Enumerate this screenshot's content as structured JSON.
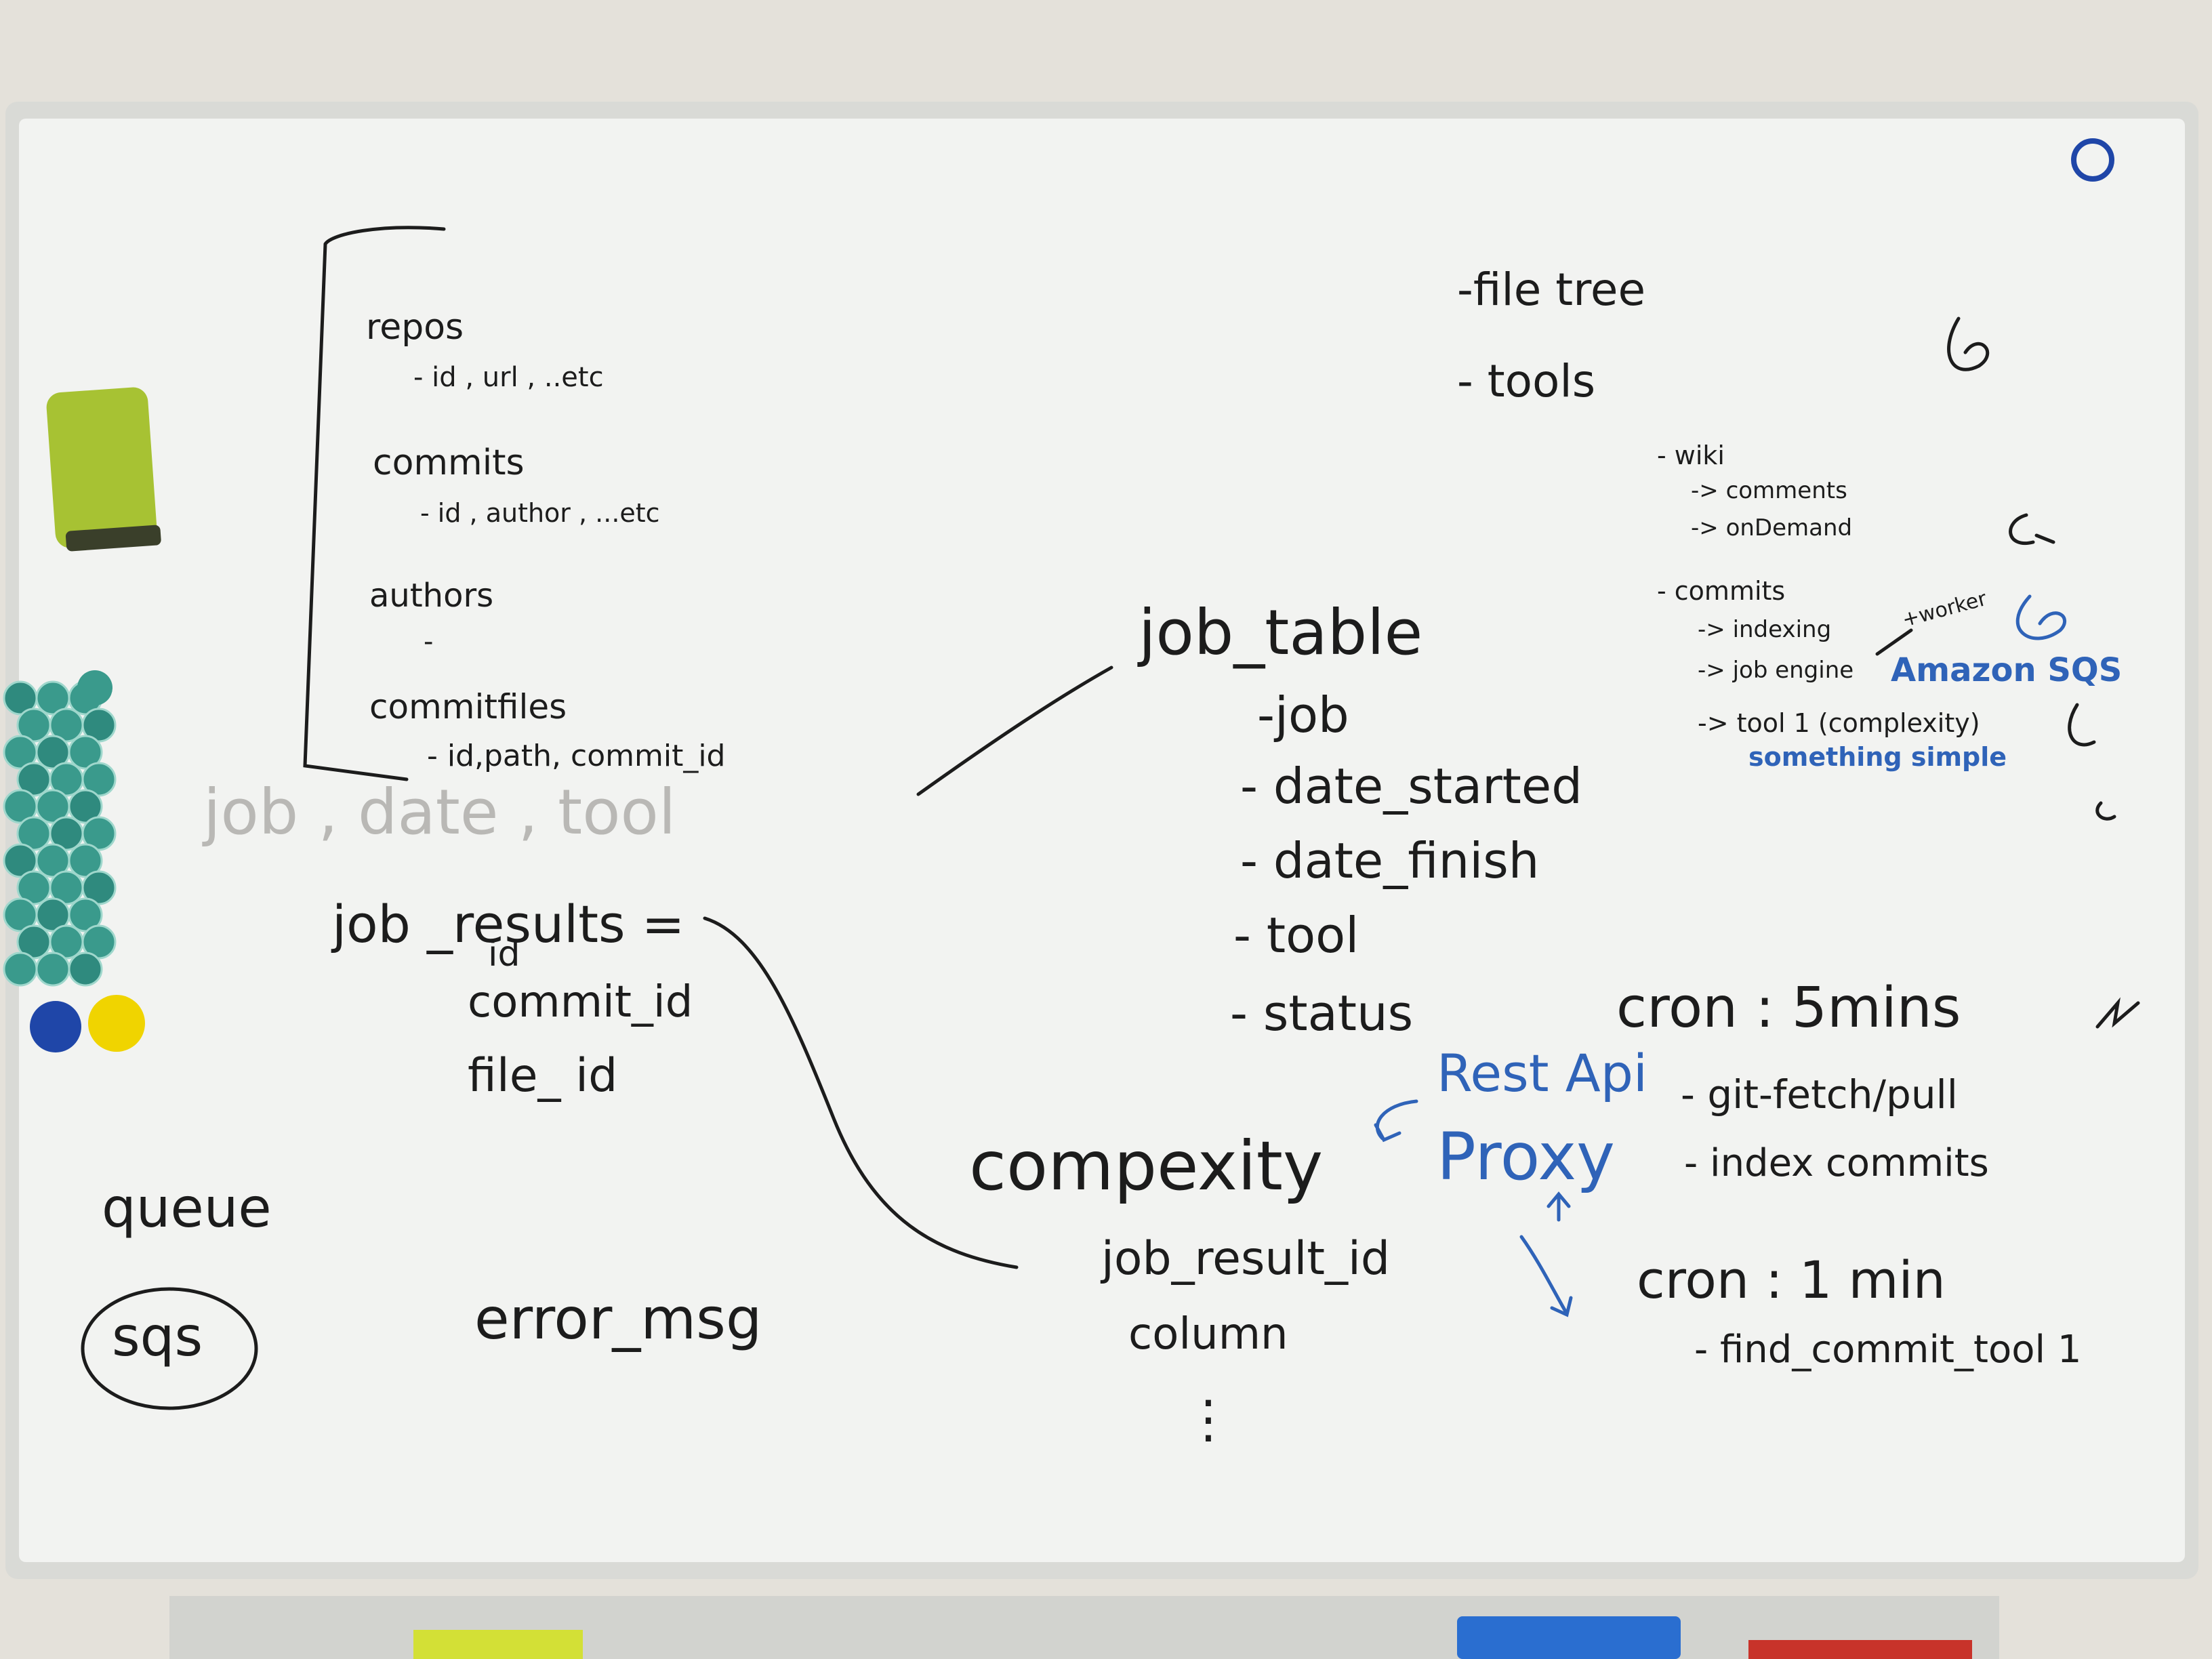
{
  "board": {
    "left_schema": {
      "repos": "repos",
      "repos_fields": "- id , url , ..etc",
      "commits": "commits",
      "commits_fields": "- id , author , ...etc",
      "authors": "authors",
      "authors_fields": "-",
      "commitfiles": "commitfiles",
      "commitfiles_fields": "- id,path, commit_id",
      "erased": "job , date , tool"
    },
    "job_results": {
      "title": "job _results =",
      "fields": [
        "id",
        "commit_id",
        "file_ id"
      ]
    },
    "queue": {
      "label": "queue",
      "circled": "sqs"
    },
    "error_msg": "error_msg",
    "job_table": {
      "title": "job_table",
      "fields": [
        "-job",
        "- date_started",
        "- date_finish",
        "- tool",
        "- status"
      ]
    },
    "complexity": {
      "title": "compexity",
      "fields": [
        "job_result_id",
        "column"
      ],
      "more": "⋮"
    },
    "top_right": {
      "items": [
        "-file tree",
        "- tools"
      ],
      "wiki": "- wiki",
      "wiki_items": [
        "-> comments",
        "-> onDemand"
      ],
      "commits": "- commits",
      "commits_items": [
        "-> indexing",
        "-> job engine",
        "-> tool 1 (complexity)"
      ],
      "worker_note": "+worker",
      "amazon_note": "Amazon SQS",
      "simple_note": "something simple"
    },
    "cron": {
      "rest_api": "Rest Api",
      "proxy": "Proxy",
      "cron_5": "cron : 5mins",
      "cron_5_items": [
        "- git-fetch/pull",
        "- index commits"
      ],
      "cron_1": "cron : 1 min",
      "cron_1_items": [
        "- find_commit_tool 1"
      ]
    }
  },
  "colors": {
    "wall": "#e4e1da",
    "board": "#f2f3f1",
    "frame": "#d9dad6",
    "ink_black": "#1c1c1c",
    "ink_blue": "#2f63b8",
    "eraser_green": "#a7c233",
    "magnet_teal": "#3a9a8c",
    "magnet_blue": "#1f46a8",
    "magnet_yellow": "#f0d400"
  },
  "objects": [
    "eraser",
    "magnet-cluster",
    "blue-magnet",
    "yellow-magnet",
    "marker-tray"
  ]
}
